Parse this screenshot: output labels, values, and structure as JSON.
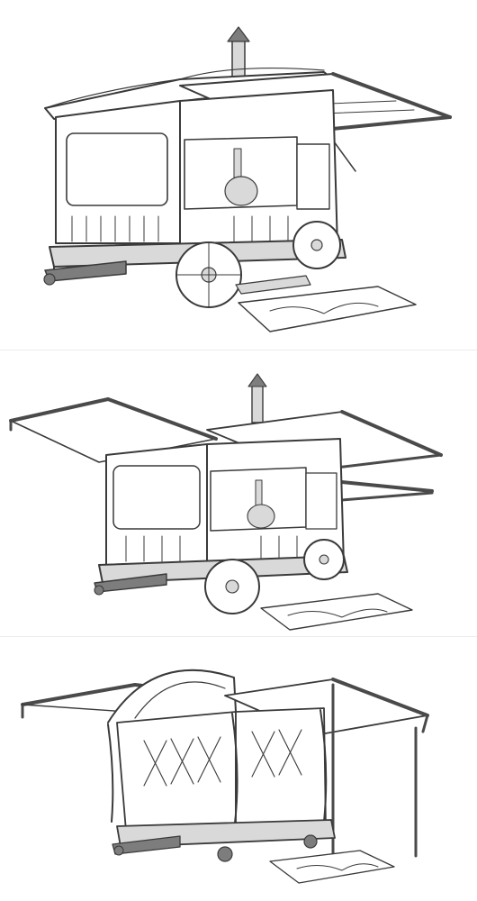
{
  "panels": [
    {
      "name": "wagon-closed"
    },
    {
      "name": "wagon-awnings-open"
    },
    {
      "name": "wagon-frame-canopy"
    }
  ]
}
